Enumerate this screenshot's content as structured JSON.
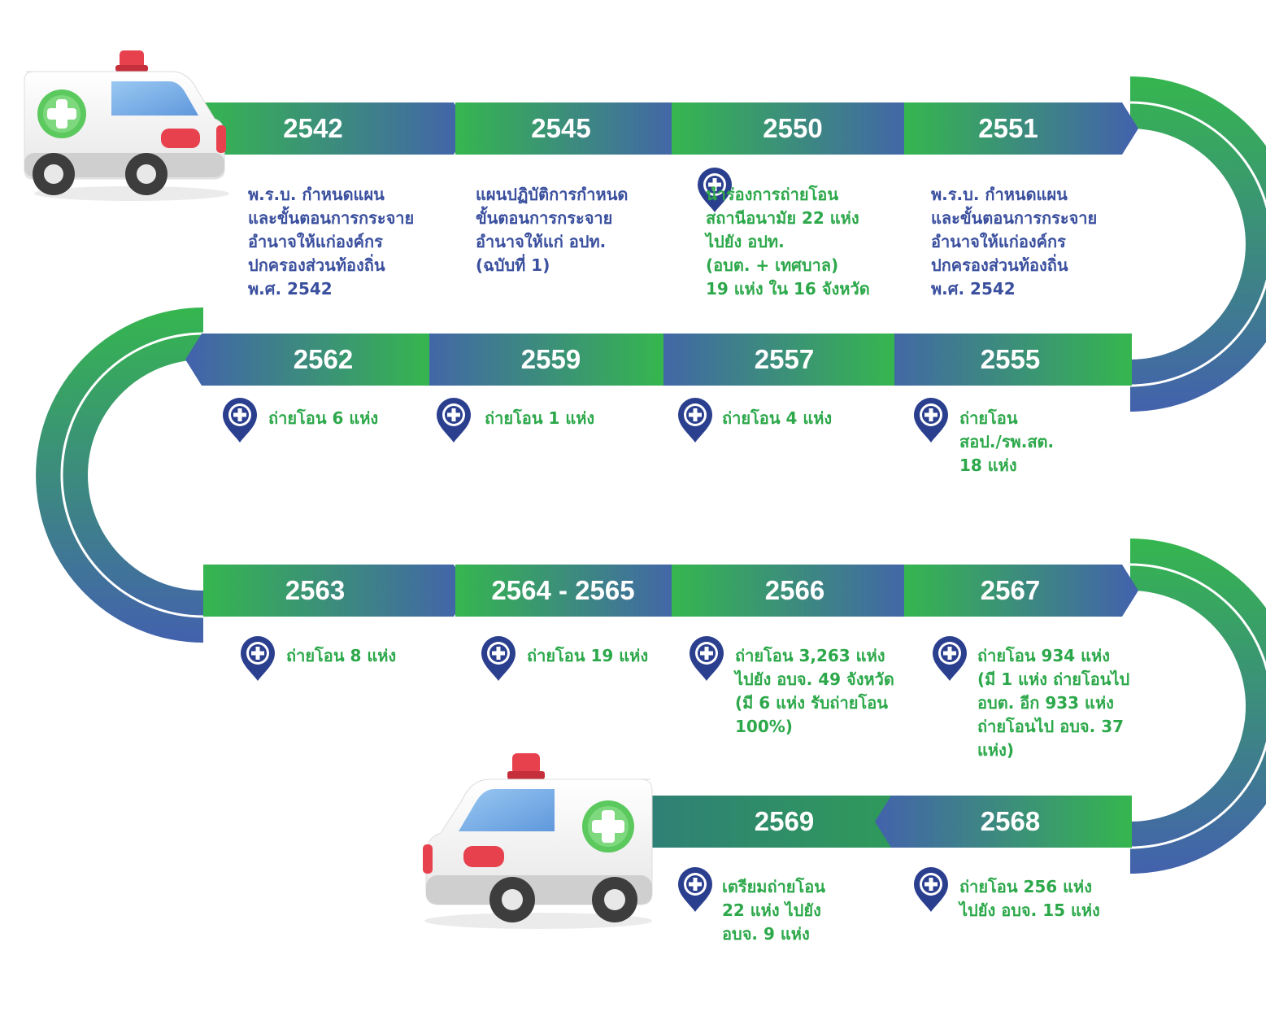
{
  "colors": {
    "green": "#35b64e",
    "teal": "#3f8a7c",
    "blue": "#4361ad",
    "pin": "#2b3f8f",
    "text_blue": "#3a4f9e",
    "text_green": "#2ca84a",
    "cross_green": "#5cc95e",
    "beacon_red": "#e8414e"
  },
  "milestones": [
    {
      "year": "2542",
      "text": "พ.ร.บ. กำหนดแผน\nและขั้นตอนการกระจาย\nอำนาจให้แก่องค์กร\nปกครองส่วนท้องถิ่น\nพ.ศ. 2542",
      "pin": false
    },
    {
      "year": "2545",
      "text": "แผนปฏิบัติการกำหนด\nขั้นตอนการกระจาย\nอำนาจให้แก่ อปท.\n(ฉบับที่ 1)",
      "pin": false
    },
    {
      "year": "2550",
      "text": "นำร่องการถ่ายโอน\nสถานีอนามัย 22 แห่ง\nไปยัง อปท.\n(อบต. + เทศบาล)\n19 แห่ง ใน 16 จังหวัด",
      "pin": true
    },
    {
      "year": "2551",
      "text": "พ.ร.บ. กำหนดแผน\nและขั้นตอนการกระจาย\nอำนาจให้แก่องค์กร\nปกครองส่วนท้องถิ่น\nพ.ศ. 2542",
      "pin": false
    },
    {
      "year": "2555",
      "text": "ถ่ายโอน\nสอป./รพ.สต.\n18 แห่ง",
      "pin": true
    },
    {
      "year": "2557",
      "text": "ถ่ายโอน 4 แห่ง",
      "pin": true
    },
    {
      "year": "2559",
      "text": "ถ่ายโอน 1 แห่ง",
      "pin": true
    },
    {
      "year": "2562",
      "text": "ถ่ายโอน 6 แห่ง",
      "pin": true
    },
    {
      "year": "2563",
      "text": "ถ่ายโอน 8 แห่ง",
      "pin": true
    },
    {
      "year": "2564 - 2565",
      "text": "ถ่ายโอน 19 แห่ง",
      "pin": true
    },
    {
      "year": "2566",
      "text": "ถ่ายโอน 3,263 แห่ง\nไปยัง อบจ. 49 จังหวัด\n(มี 6 แห่ง รับถ่ายโอน\n100%)",
      "pin": true
    },
    {
      "year": "2567",
      "text": "ถ่ายโอน 934 แห่ง\n(มี 1 แห่ง ถ่ายโอนไป\nอบต. อีก 933 แห่ง\nถ่ายโอนไป อบจ. 37\nแห่ง)",
      "pin": true
    },
    {
      "year": "2568",
      "text": "ถ่ายโอน 256 แห่ง\nไปยัง อบจ. 15 แห่ง",
      "pin": true
    },
    {
      "year": "2569",
      "text": "เตรียมถ่ายโอน\n22 แห่ง ไปยัง\nอบจ. 9 แห่ง",
      "pin": true
    }
  ]
}
